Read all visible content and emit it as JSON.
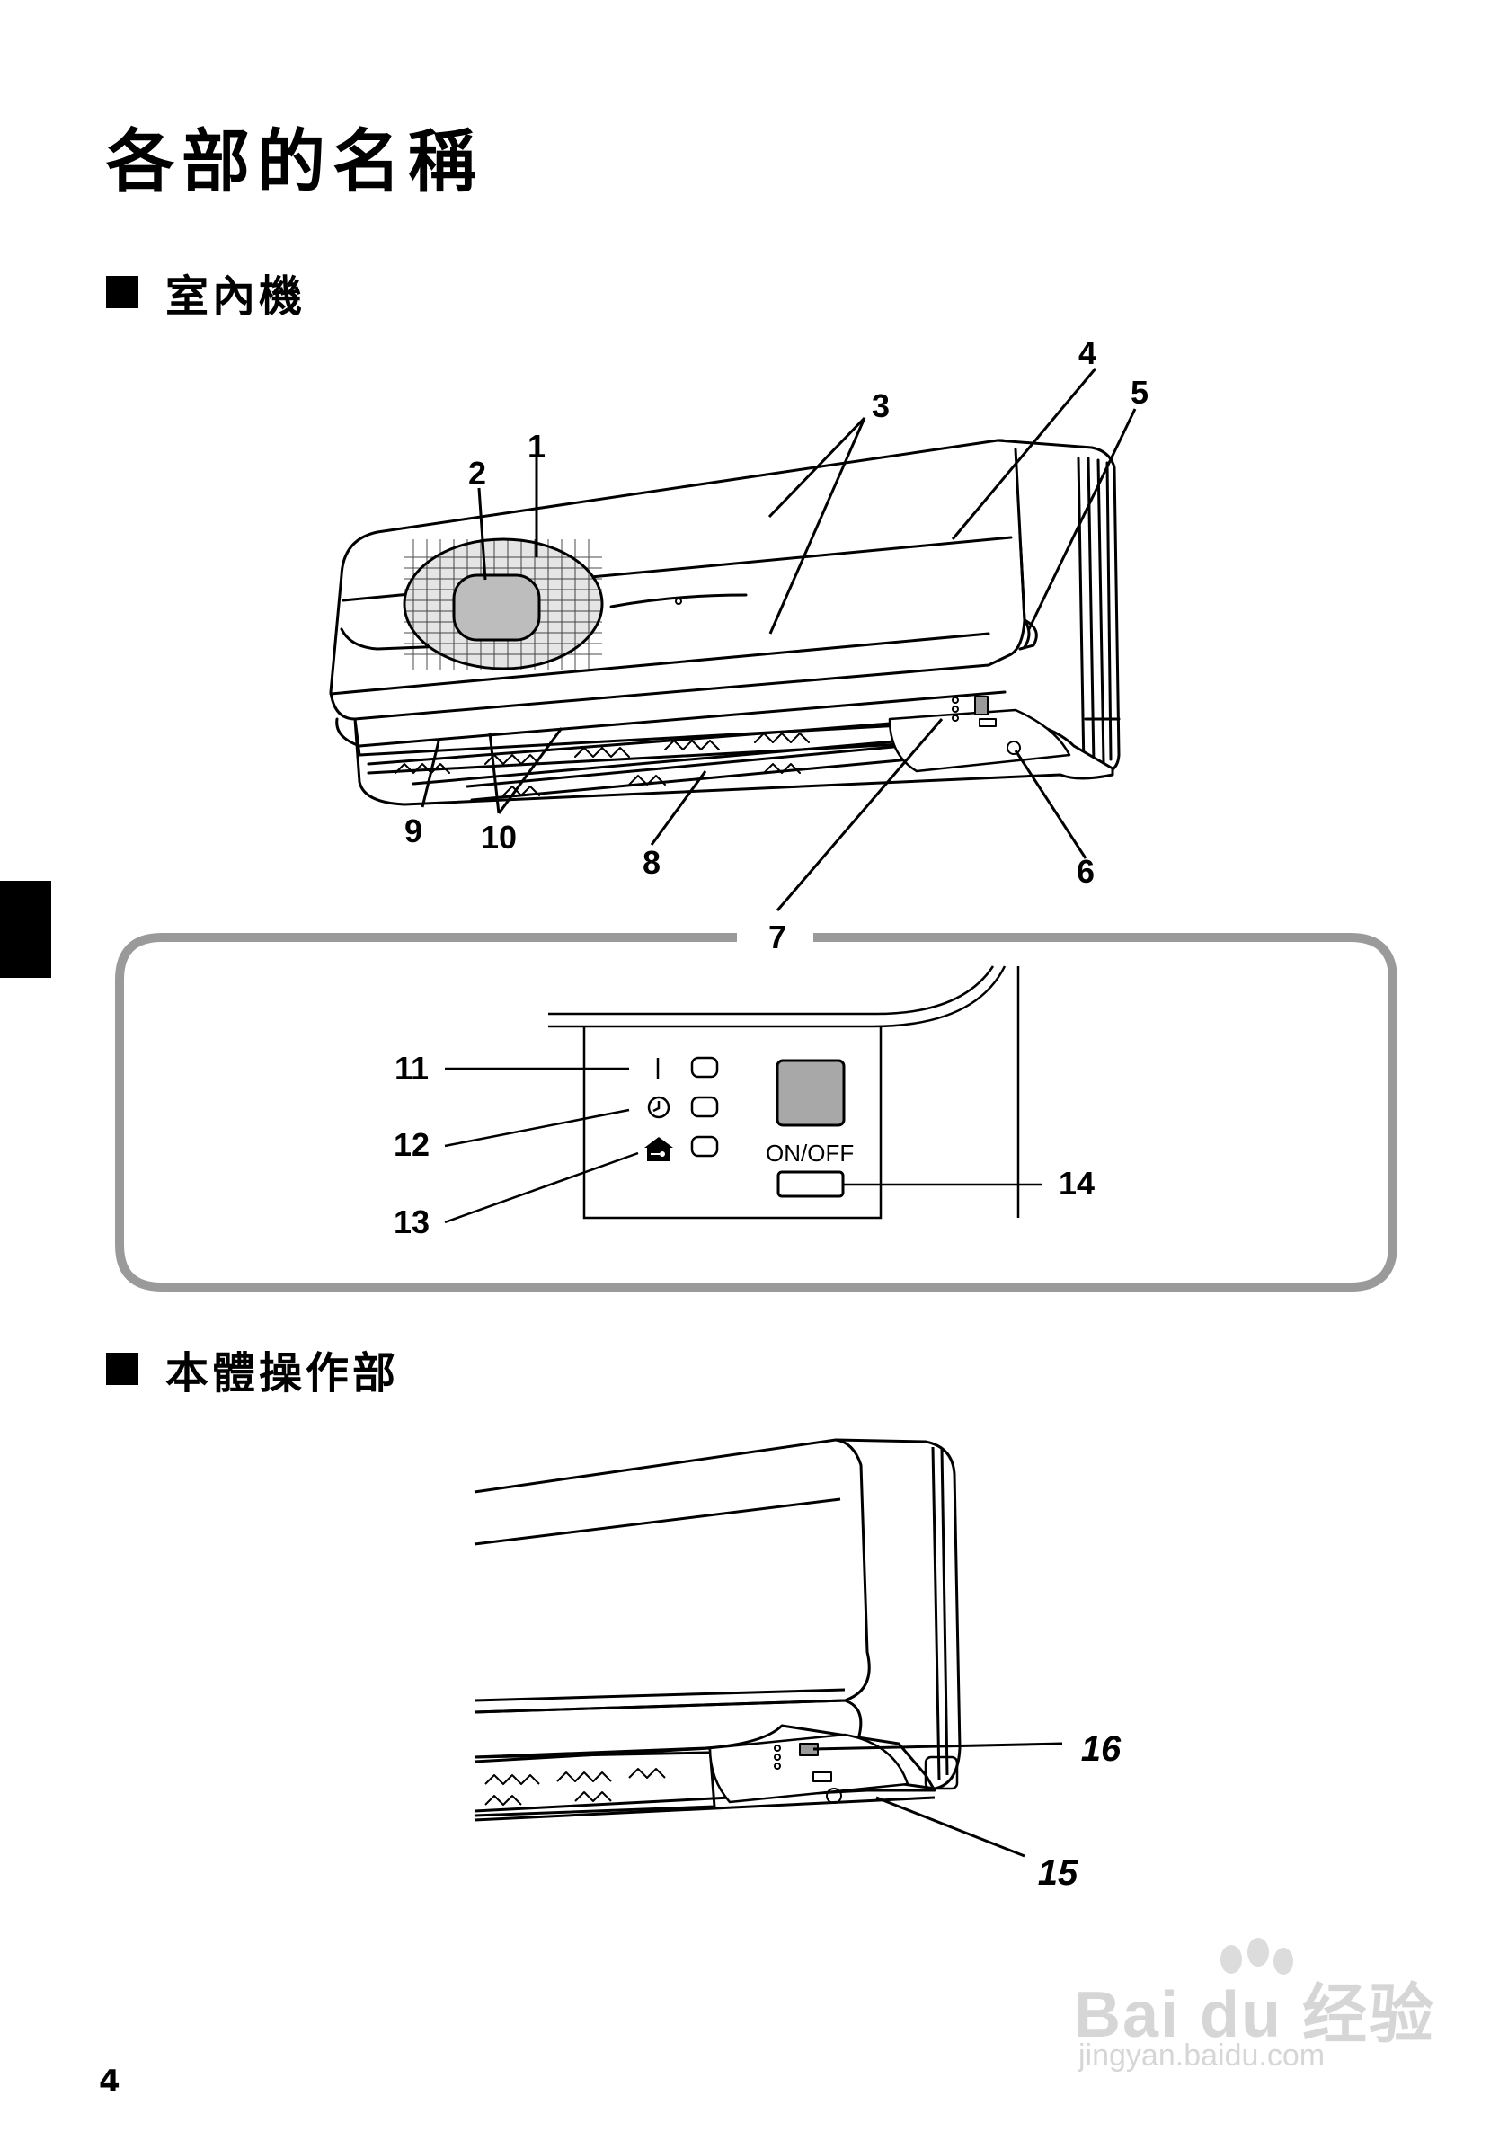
{
  "page": {
    "title": "各部的名稱",
    "number": "4"
  },
  "sections": [
    {
      "heading": "室內機"
    },
    {
      "heading": "本體操作部"
    }
  ],
  "indoor_unit": {
    "callouts": [
      "1",
      "2",
      "3",
      "4",
      "5",
      "6",
      "7",
      "8",
      "9",
      "10"
    ],
    "front_mark": "o"
  },
  "control_panel": {
    "callouts": [
      "7",
      "11",
      "12",
      "13",
      "14"
    ],
    "button_label": "ON/OFF",
    "icons": [
      "operation-lamp-icon",
      "timer-clock-icon",
      "home-leave-icon"
    ]
  },
  "main_unit_panel": {
    "callouts": [
      "15",
      "16"
    ]
  },
  "watermark": {
    "brand": "Bai du 经验",
    "url": "jingyan.baidu.com"
  },
  "colors": {
    "frame_gray": "#9a9a9a",
    "button_fill": "#a8a8a8",
    "watermark": "#d6d6d6"
  }
}
